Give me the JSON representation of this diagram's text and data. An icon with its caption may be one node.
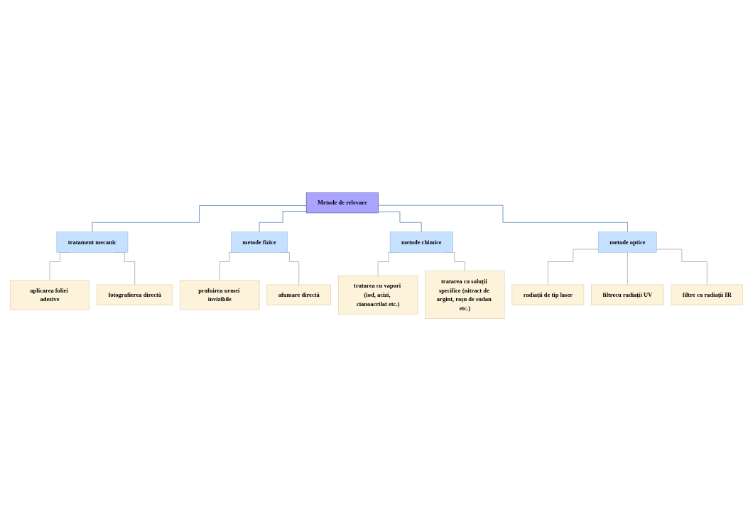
{
  "diagram": {
    "nodes": [
      {
        "text": [
          "Metode de relevare"
        ]
      },
      {
        "text": [
          "tratament mecanic"
        ]
      },
      {
        "text": [
          "metode fizice"
        ]
      },
      {
        "text": [
          "metode chimice"
        ]
      },
      {
        "text": [
          "metode optice"
        ]
      },
      {
        "text": [
          "aplicarea foliei adezive"
        ]
      },
      {
        "text": [
          "fotografierea directă"
        ]
      },
      {
        "text": [
          "prafuirea urmei invizibile"
        ]
      },
      {
        "text": [
          "afumare directă"
        ]
      },
      {
        "text": [
          "tratarea cu vapori (iod, acizi, cianoacrilat etc.)"
        ]
      },
      {
        "text": [
          "tratarea cu soluții specifice (nitract de argint, roșu de sudan etc.)"
        ]
      },
      {
        "text": [
          "radiații de tip laser"
        ]
      },
      {
        "text": [
          "filtrecu radiații UV"
        ]
      },
      {
        "text": [
          "filtre cu radiații IR"
        ]
      }
    ],
    "edges": [
      {
        "from": 0,
        "to": 1,
        "arrow": "none",
        "color": "#4a7ebb"
      },
      {
        "from": 0,
        "to": 2,
        "arrow": "none",
        "color": "#4a7ebb"
      },
      {
        "from": 0,
        "to": 3,
        "arrow": "none",
        "color": "#4a7ebb"
      },
      {
        "from": 0,
        "to": 4,
        "arrow": "none",
        "color": "#4a7ebb"
      },
      {
        "from": 1,
        "to": 5,
        "arrow": "none"
      },
      {
        "from": 1,
        "to": 6,
        "arrow": "none"
      },
      {
        "from": 2,
        "to": 7,
        "arrow": "none"
      },
      {
        "from": 2,
        "to": 8,
        "arrow": "none"
      },
      {
        "from": 3,
        "to": 9,
        "arrow": "none"
      },
      {
        "from": 3,
        "to": 10,
        "arrow": "none"
      },
      {
        "from": 4,
        "to": 11,
        "arrow": "none"
      },
      {
        "from": 4,
        "to": 12,
        "arrow": "none"
      },
      {
        "from": 4,
        "to": 13,
        "arrow": "none"
      }
    ]
  }
}
